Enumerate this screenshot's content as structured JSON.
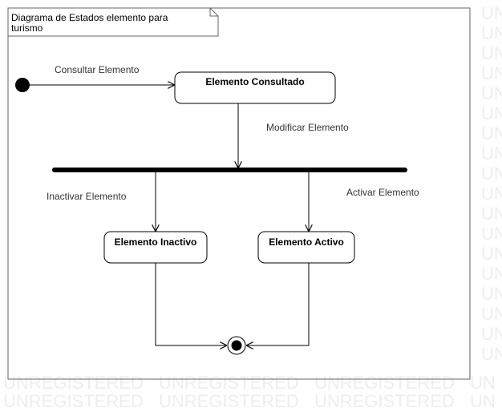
{
  "watermark": {
    "text": "UNREGISTERED",
    "short_text": "UN"
  },
  "frame": {
    "title_line1": "Diagrama de Estados elemento para",
    "title_line2": "turismo"
  },
  "states": {
    "consultado": "Elemento Consultado",
    "inactivo": "Elemento Inactivo",
    "activo": "Elemento Activo"
  },
  "transitions": {
    "consultar": "Consultar Elemento",
    "modificar": "Modificar Elemento",
    "inactivar": "Inactivar Elemento",
    "activar": "Activar Elemento"
  },
  "colors": {
    "watermark": "#eeeeee",
    "line": "#000000",
    "label": "#333333"
  }
}
